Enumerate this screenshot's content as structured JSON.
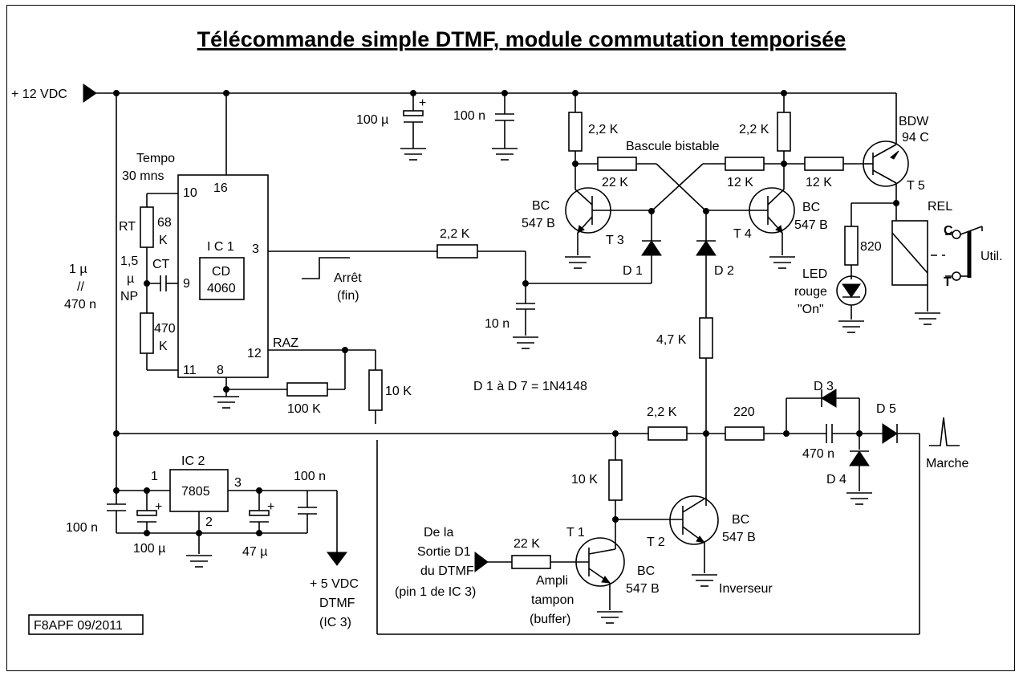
{
  "title": "Télécommande simple DTMF, module commutation temporisée",
  "signature": "F8APF 09/2011",
  "supplies": {
    "v12": "+ 12 VDC",
    "v5": "+ 5 VDC",
    "v5_dest1": "DTMF",
    "v5_dest2": "(IC 3)"
  },
  "ic1": {
    "name": "I C 1",
    "part1": "CD",
    "part2": "4060",
    "pin10": "10",
    "pin16": "16",
    "pin3": "3",
    "pin9": "9",
    "pin12": "12",
    "pin11": "11",
    "pin8": "8",
    "tempo1": "Tempo",
    "tempo2": "30 mns",
    "raz": "RAZ"
  },
  "ic2": {
    "name": "IC 2",
    "part": "7805",
    "pin1": "1",
    "pin2": "2",
    "pin3": "3"
  },
  "components": {
    "rt": "RT",
    "r68a": "68",
    "r68b": "K",
    "ct_val1": "1,5",
    "ct_val2": "µ",
    "ct_val3": "NP",
    "ct": "CT",
    "r470a": "470",
    "r470b": "K",
    "c_alt1": "1 µ",
    "c_alt2": "//",
    "c_alt3": "470 n",
    "r100k": "100 K",
    "r10k_raz": "10 K",
    "c100u_top": "100 µ",
    "c100n_top": "100 n",
    "r2k2_ic": "2,2 K",
    "c10n": "10 n",
    "r2k2_t3": "2,2 K",
    "r2k2_t4": "2,2 K",
    "r22k_t3": "22 K",
    "r12k_a": "12 K",
    "r12k_b": "12 K",
    "bascule": "Bascule bistable",
    "bc_t3a": "BC",
    "bc_t3b": "547 B",
    "t3": "T 3",
    "bc_t4a": "BC",
    "bc_t4b": "547 B",
    "t4": "T 4",
    "d1": "D 1",
    "d2": "D 2",
    "diodes": "D 1 à D 7 = 1N4148",
    "bdw1": "BDW",
    "bdw2": "94 C",
    "t5": "T 5",
    "rel": "REL",
    "c_contact": "C",
    "t_contact": "T",
    "util": "Util.",
    "r820": "820",
    "led1": "LED",
    "led2": "rouge",
    "led3": "\"On\"",
    "r4k7": "4,7 K",
    "r2k2_in": "2,2 K",
    "r220": "220",
    "d3": "D 3",
    "d4": "D 4",
    "d5": "D 5",
    "c470n": "470 n",
    "marche": "Marche",
    "c100n_a": "100 n",
    "c100u_b": "100 µ",
    "c47u": "47 µ",
    "c100n_b": "100 n",
    "r10k_t1": "10 K",
    "t1": "T 1",
    "t2": "T 2",
    "bc_t2a": "BC",
    "bc_t2b": "547 B",
    "bc_t1a": "BC",
    "bc_t1b": "547 B",
    "r22k_in": "22 K",
    "in1": "De la",
    "in2": "Sortie D1",
    "in3": "du DTMF",
    "in4": "(pin 1 de IC 3)",
    "ampli1": "Ampli",
    "ampli2": "tampon",
    "ampli3": "(buffer)",
    "inverseur": "Inverseur",
    "arret1": "Arrêt",
    "arret2": "(fin)"
  }
}
